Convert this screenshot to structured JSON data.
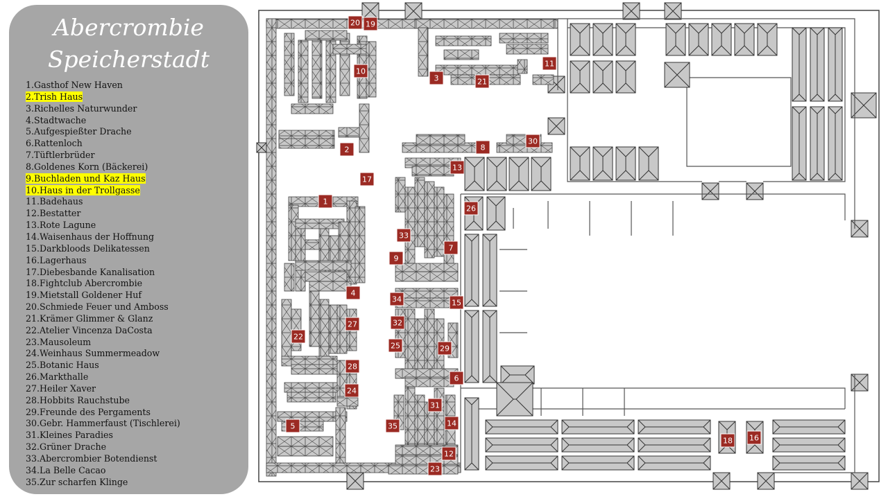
{
  "legend": {
    "title_line1": "Abercrombie",
    "title_line2": "Speicherstadt",
    "items": [
      {
        "num": "1",
        "label": "1.Gasthof New Haven",
        "highlight": false
      },
      {
        "num": "2",
        "label": "2.Trish Haus",
        "highlight": true
      },
      {
        "num": "3",
        "label": "3.Richelles Naturwunder",
        "highlight": false
      },
      {
        "num": "4",
        "label": "4.Stadtwache",
        "highlight": false
      },
      {
        "num": "5",
        "label": "5.Aufgespießter Drache",
        "highlight": false
      },
      {
        "num": "6",
        "label": "6.Rattenloch",
        "highlight": false
      },
      {
        "num": "7",
        "label": "7.Tüftlerbrüder",
        "highlight": false
      },
      {
        "num": "8",
        "label": "8.Goldenes Korn (Bäckerei)",
        "highlight": false
      },
      {
        "num": "9",
        "label": "9.Buchladen und Kaz Haus",
        "highlight": true
      },
      {
        "num": "10",
        "label": "10.Haus in der Trollgasse",
        "highlight": true
      },
      {
        "num": "11",
        "label": "11.Badehaus",
        "highlight": false
      },
      {
        "num": "12",
        "label": "12.Bestatter",
        "highlight": false
      },
      {
        "num": "13",
        "label": "13.Rote Lagune",
        "highlight": false
      },
      {
        "num": "14",
        "label": "14.Waisenhaus der Hoffnung",
        "highlight": false
      },
      {
        "num": "15",
        "label": "15.Darkbloods Delikatessen",
        "highlight": false
      },
      {
        "num": "16",
        "label": "16.Lagerhaus",
        "highlight": false
      },
      {
        "num": "17",
        "label": "17.Diebesbande Kanalisation",
        "highlight": false
      },
      {
        "num": "18",
        "label": "18.Fightclub Abercrombie",
        "highlight": false
      },
      {
        "num": "19",
        "label": "19.Mietstall Goldener Huf",
        "highlight": false
      },
      {
        "num": "20",
        "label": "20.Schmiede Feuer und Amboss",
        "highlight": false
      },
      {
        "num": "21",
        "label": "21.Krämer Glimmer & Glanz",
        "highlight": false
      },
      {
        "num": "22",
        "label": "22.Atelier Vincenza DaCosta",
        "highlight": false
      },
      {
        "num": "23",
        "label": "23.Mausoleum",
        "highlight": false
      },
      {
        "num": "24",
        "label": "24.Weinhaus Summermeadow",
        "highlight": false
      },
      {
        "num": "25",
        "label": "25.Botanic Haus",
        "highlight": false
      },
      {
        "num": "26",
        "label": "26.Markthalle",
        "highlight": false
      },
      {
        "num": "27",
        "label": "27.Heiler Xaver",
        "highlight": false
      },
      {
        "num": "28",
        "label": "28.Hobbits Rauchstube",
        "highlight": false
      },
      {
        "num": "29",
        "label": "29.Freunde des Pergaments",
        "highlight": false
      },
      {
        "num": "30",
        "label": "30.Gebr. Hammerfaust (Tischlerei)",
        "highlight": false
      },
      {
        "num": "31",
        "label": "31.Kleines Paradies",
        "highlight": false
      },
      {
        "num": "32",
        "label": "32.Grüner Drache",
        "highlight": false
      },
      {
        "num": "33",
        "label": "33.Abercrombier Botendienst",
        "highlight": false
      },
      {
        "num": "34",
        "label": "34.La Belle Cacao",
        "highlight": false
      },
      {
        "num": "35",
        "label": "35.Zur scharfen Klinge",
        "highlight": false
      }
    ]
  },
  "colors": {
    "panel": "#a6a6a6",
    "title_text": "#ffffff",
    "highlight": "#ffff00",
    "marker": "#9b2a23",
    "building_fill": "#c8c8c8",
    "building_stroke": "#404040",
    "wall_fill": "#c0c0c0"
  },
  "icons": {
    "building": "crossed-box",
    "tower": "crossed-square",
    "marker": "numbered-square"
  }
}
